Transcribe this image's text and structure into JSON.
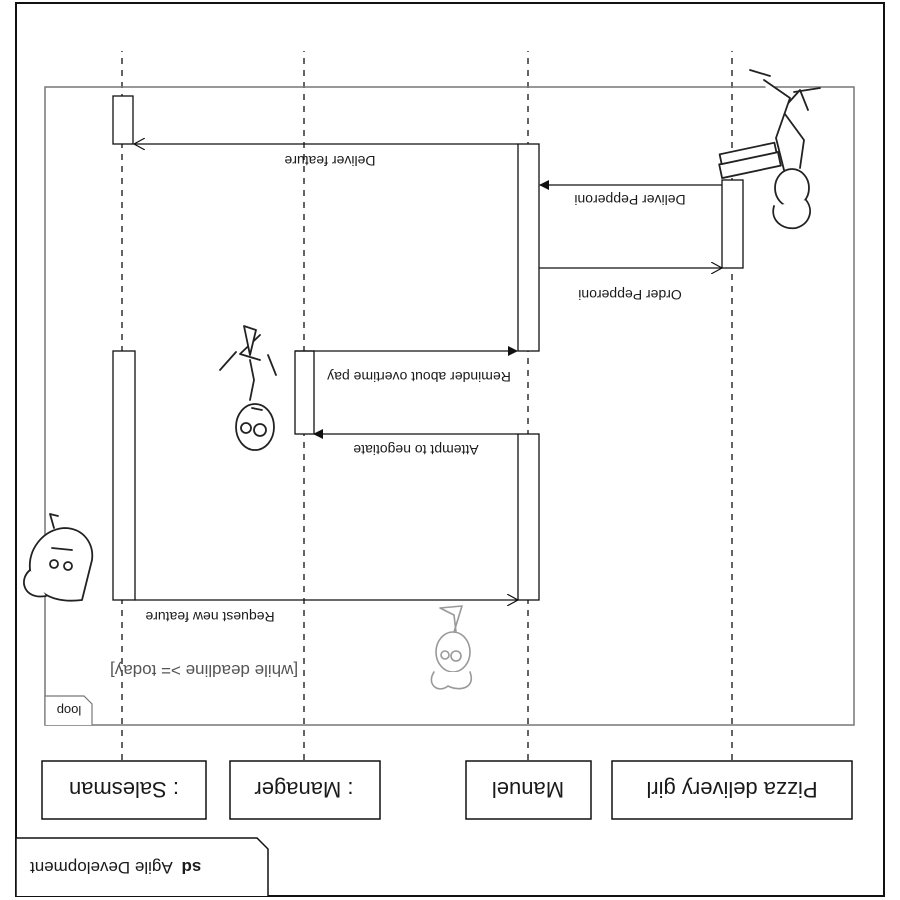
{
  "diagram": {
    "frame_keyword": "sd",
    "frame_title": "Agile Development",
    "loop": {
      "operator": "loop",
      "guard": "[while deadline >= today]"
    },
    "participants": [
      {
        "id": "salesman",
        "label": ": Salesman"
      },
      {
        "id": "manager",
        "label": ": Manager"
      },
      {
        "id": "manuel",
        "label": "Manuel"
      },
      {
        "id": "pizza",
        "label": "Pizza delivery girl"
      }
    ],
    "messages": [
      {
        "id": "request-new-feature",
        "from": "salesman",
        "to": "manuel",
        "label": "Request new feature"
      },
      {
        "id": "attempt-to-negotiate",
        "from": "manuel",
        "to": "manager",
        "label": "Attempt to negotiate"
      },
      {
        "id": "reminder-overtime-pay",
        "from": "manager",
        "to": "manuel",
        "label": "Reminder about overtime pay"
      },
      {
        "id": "order-pepperoni",
        "from": "manuel",
        "to": "pizza",
        "label": "Order Pepperoni"
      },
      {
        "id": "deliver-pepperoni",
        "from": "pizza",
        "to": "manuel",
        "label": "Deliver Pepperoni"
      },
      {
        "id": "deliver-feature",
        "from": "manuel",
        "to": "salesman",
        "label": "Deliver feature"
      }
    ]
  }
}
